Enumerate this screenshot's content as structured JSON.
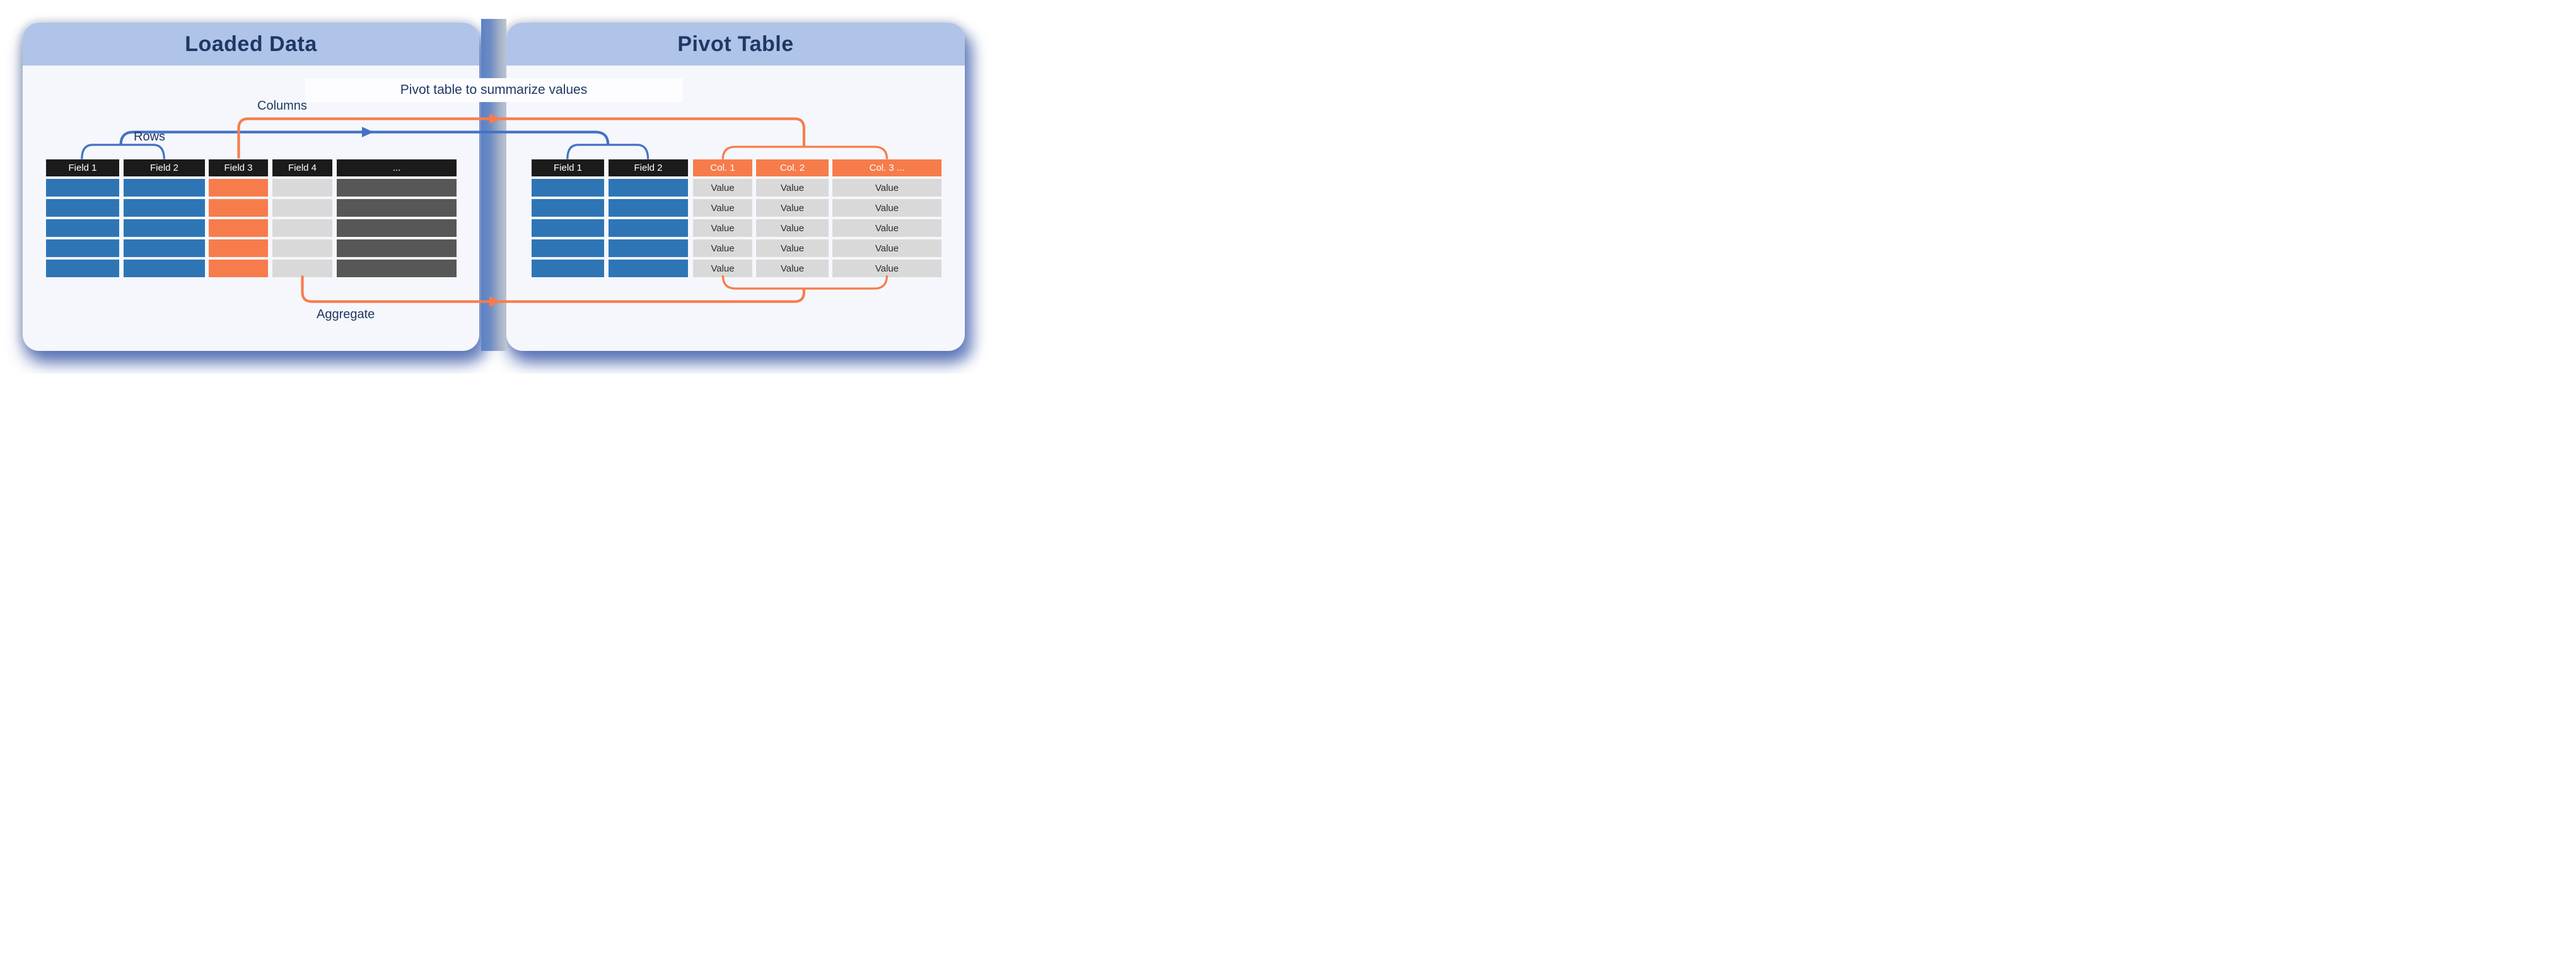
{
  "left_panel": {
    "title": "Loaded Data"
  },
  "right_panel": {
    "title": "Pivot Table"
  },
  "annotation": {
    "banner": "Pivot table to summarize values",
    "rows_label": "Rows",
    "columns_label": "Columns",
    "aggregate_label": "Aggregate"
  },
  "left_table": {
    "columns": [
      {
        "label": "Field 1",
        "role": "row-field"
      },
      {
        "label": "Field 2",
        "role": "row-field"
      },
      {
        "label": "Field 3",
        "role": "column-field"
      },
      {
        "label": "Field 4",
        "role": "aggregate-field"
      },
      {
        "label": "...",
        "role": "other-fields"
      }
    ],
    "num_rows": 5
  },
  "right_table": {
    "columns": [
      {
        "label": "Field 1",
        "role": "row-field"
      },
      {
        "label": "Field 2",
        "role": "row-field"
      },
      {
        "label": "Col. 1",
        "role": "pivot-column"
      },
      {
        "label": "Col. 2",
        "role": "pivot-column"
      },
      {
        "label": "Col. 3 ...",
        "role": "pivot-column"
      }
    ],
    "num_rows": 5,
    "value_text": "Value"
  },
  "colors": {
    "navy": "#1F3864",
    "band_blue": "#AFC4E8",
    "body_bg": "#F5F7FC",
    "header_black": "#1B1B1B",
    "blue": "#2E75B6",
    "orange": "#F77C4B",
    "light_gray": "#D9D9D9",
    "dark_gray": "#575757",
    "arrow_blue": "#4472C4",
    "arrow_orange": "#F87C4B"
  }
}
